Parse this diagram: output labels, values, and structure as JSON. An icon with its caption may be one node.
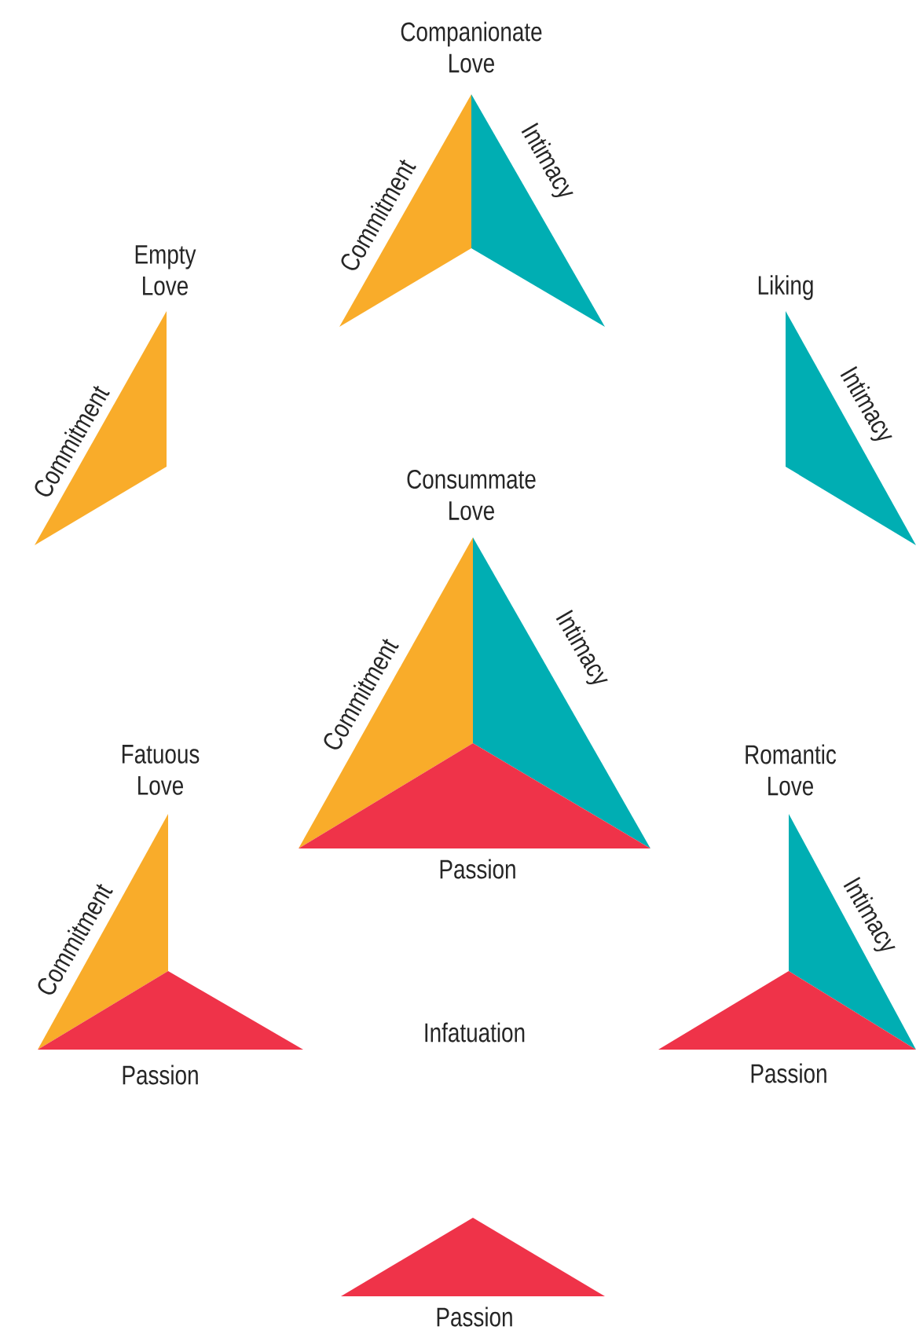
{
  "diagram": {
    "nodes": [
      {
        "text": [
          "Commitment"
        ]
      },
      {
        "text": [
          "Intimacy"
        ]
      },
      {
        "text": [
          "Commitment"
        ]
      },
      {
        "text": [
          "Intimacy"
        ]
      },
      {
        "text": [
          "Commitment"
        ]
      },
      {
        "text": [
          "Intimacy"
        ]
      },
      {
        "text": [
          "Passion"
        ]
      },
      {
        "text": [
          "Commitment"
        ]
      },
      {
        "text": [
          "Passion"
        ]
      },
      {
        "text": [
          "Intimacy"
        ]
      },
      {
        "text": [
          "Passion"
        ]
      },
      {
        "text": [
          "Passion"
        ]
      }
    ],
    "labels": [
      "Companionate Love",
      "Empty Love",
      "Liking",
      "Consummate Love",
      "Fatuous Love",
      "Romantic Love",
      "Infatuation"
    ]
  }
}
